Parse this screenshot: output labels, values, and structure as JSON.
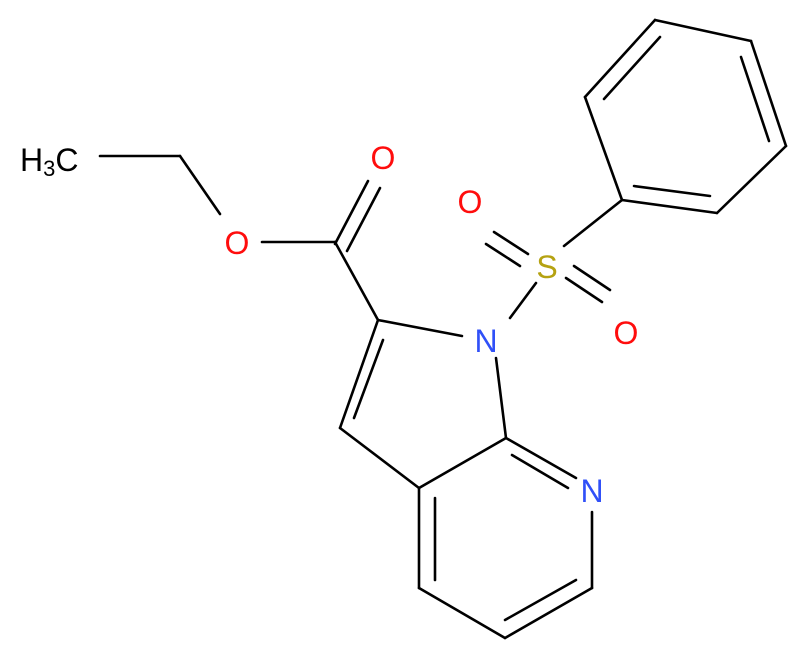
{
  "colors": {
    "bond": "#000000",
    "carbon_label": "#000000",
    "oxygen": "#ff0d0d",
    "nitrogen": "#3050f8",
    "sulfur": "#b5a212"
  },
  "labels": {
    "methyl_H": "H",
    "methyl_sub": "3",
    "methyl_C": "C",
    "ester_O": "O",
    "carbonyl_O": "O",
    "sulfonyl_O1": "O",
    "sulfonyl_O2": "O",
    "sulfur": "S",
    "pyrrole_N": "N",
    "pyridine_N": "N"
  }
}
